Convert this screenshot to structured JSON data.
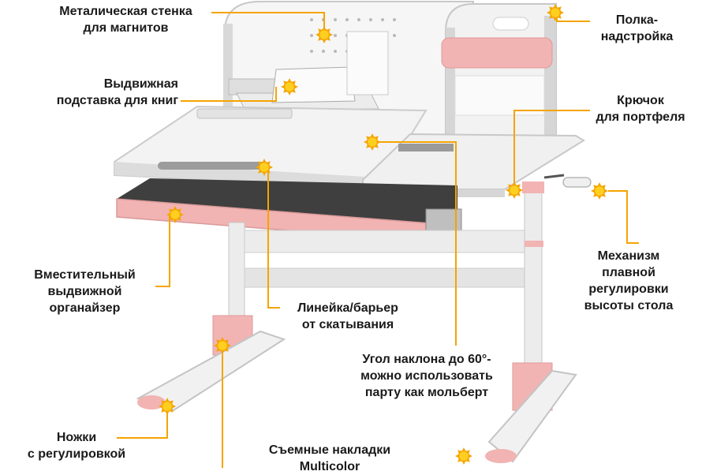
{
  "colors": {
    "accent": "#f5a400",
    "marker_core": "#ffcf1f",
    "pink": "#f2b3b3",
    "desk_white": "#f4f4f4",
    "frame_gray": "#cfcfcf"
  },
  "labels": {
    "magnet_wall": [
      "Металическая стенка",
      "для магнитов"
    ],
    "book_stand": [
      "Выдвижная",
      "подставка для книг"
    ],
    "organizer": [
      "Вместительный",
      "выдвижной",
      "органайзер"
    ],
    "legs": [
      "Ножки",
      "с регулировкой"
    ],
    "shelf": [
      "Полка-",
      "надстройка"
    ],
    "hook": [
      "Крючок",
      "для портфеля"
    ],
    "mechanism": [
      "Механизм",
      "плавной",
      "регулировки",
      "высоты стола"
    ],
    "ruler": [
      "Линейка/барьер",
      "от скатывания"
    ],
    "tilt": [
      "Угол наклона до 60°-",
      "можно использовать",
      "парту как мольберт"
    ],
    "covers": [
      "Съемные накладки",
      "Multicolor"
    ]
  }
}
